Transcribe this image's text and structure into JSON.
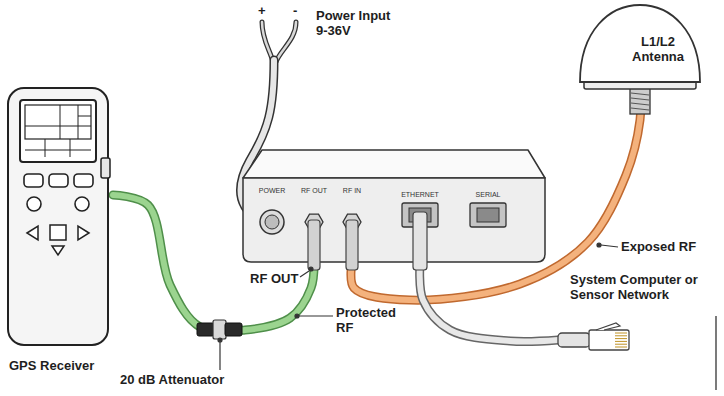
{
  "diagram": {
    "nodes": [
      {
        "text": [
          "GPS Receiver"
        ]
      },
      {
        "text": [
          "POWER",
          "RF OUT",
          "RF IN",
          "ETHERNET",
          "SERIAL"
        ]
      },
      {
        "text": [
          "L1/L2 Antenna"
        ]
      },
      {
        "text": [
          "System Computer or Sensor Network"
        ]
      }
    ],
    "edges": [
      {
        "from": 0,
        "to": 1,
        "arrow": "none"
      },
      {
        "from": 1,
        "to": 2,
        "arrow": "none"
      },
      {
        "from": 1,
        "to": 3,
        "arrow": "none"
      }
    ],
    "labels": [
      "+",
      "-",
      "Power Input 9-36V",
      "RF OUT",
      "Protected RF",
      "20 dB Attenuator",
      "Exposed RF"
    ]
  }
}
